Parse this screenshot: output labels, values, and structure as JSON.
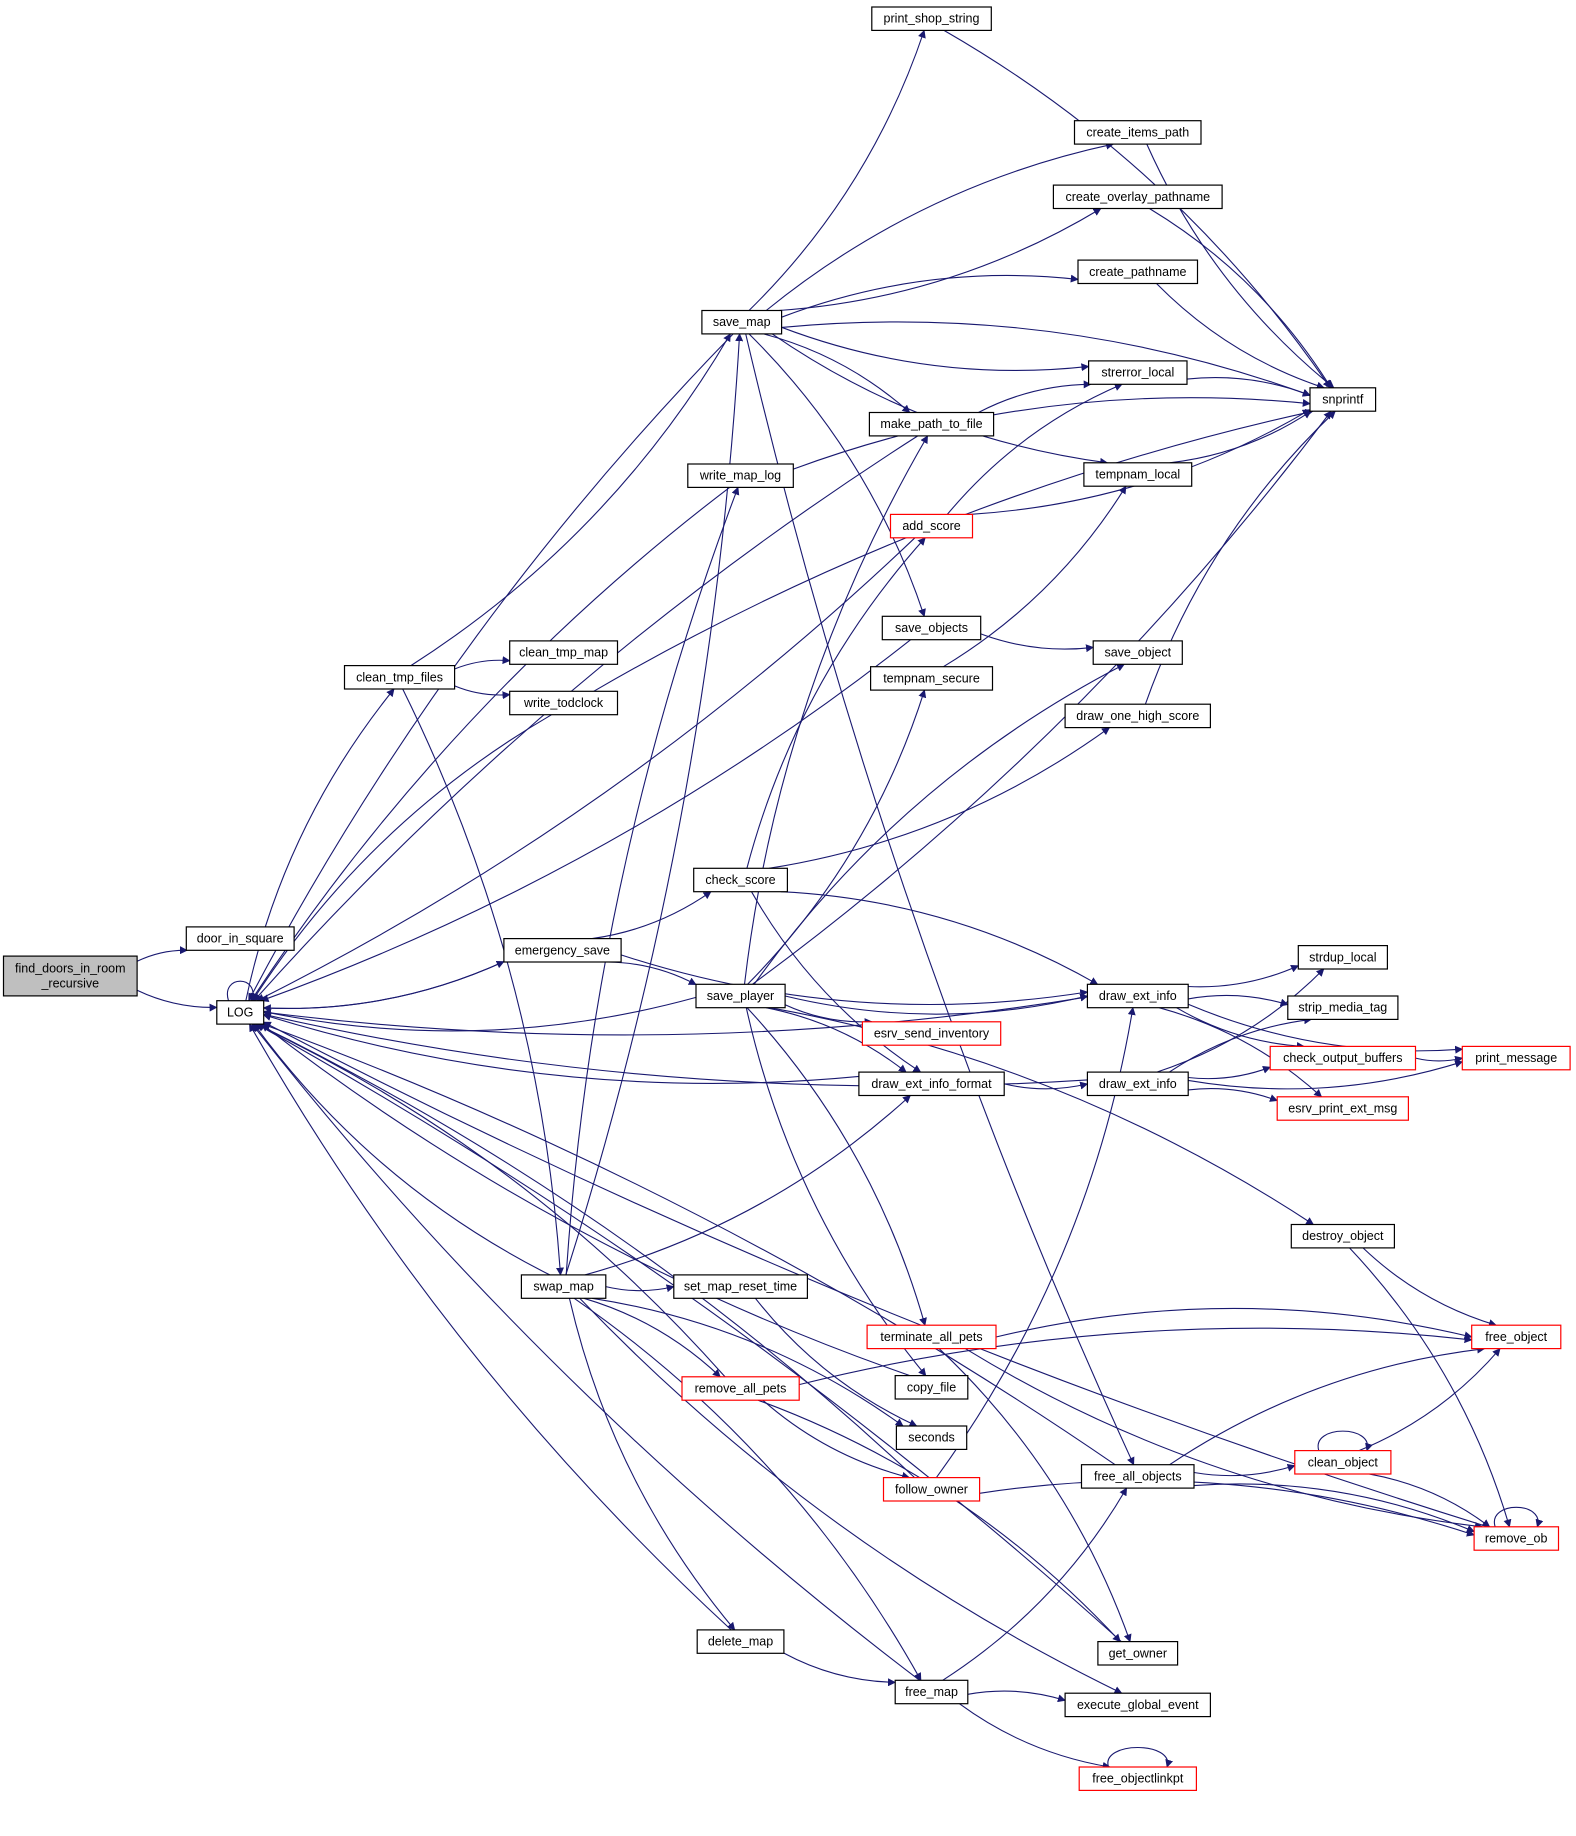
{
  "title": "find_doors_in_room_recursive call graph",
  "colors": {
    "edge": "#191970",
    "node_border": "#000000",
    "truncated_border": "#ff0000",
    "root_fill": "#bfbfbf",
    "node_fill": "#ffffff"
  },
  "nodes": {
    "find_doors_in_room_recursive": {
      "lines": [
        "find_doors_in_room",
        "_recursive"
      ],
      "kind": "root"
    },
    "door_in_square": {
      "label": "door_in_square",
      "kind": "normal"
    },
    "LOG": {
      "label": "LOG",
      "kind": "normal"
    },
    "emergency_save": {
      "label": "emergency_save",
      "kind": "normal"
    },
    "clean_tmp_files": {
      "label": "clean_tmp_files",
      "kind": "normal"
    },
    "clean_tmp_map": {
      "label": "clean_tmp_map",
      "kind": "normal"
    },
    "write_todclock": {
      "label": "write_todclock",
      "kind": "normal"
    },
    "swap_map": {
      "label": "swap_map",
      "kind": "normal"
    },
    "save_map": {
      "label": "save_map",
      "kind": "normal"
    },
    "write_map_log": {
      "label": "write_map_log",
      "kind": "normal"
    },
    "check_score": {
      "label": "check_score",
      "kind": "normal"
    },
    "save_player": {
      "label": "save_player",
      "kind": "normal"
    },
    "delete_map": {
      "label": "delete_map",
      "kind": "normal"
    },
    "set_map_reset_time": {
      "label": "set_map_reset_time",
      "kind": "normal"
    },
    "remove_all_pets": {
      "label": "remove_all_pets",
      "kind": "truncated"
    },
    "print_shop_string": {
      "label": "print_shop_string",
      "kind": "normal"
    },
    "make_path_to_file": {
      "label": "make_path_to_file",
      "kind": "normal"
    },
    "add_score": {
      "label": "add_score",
      "kind": "truncated"
    },
    "save_objects": {
      "label": "save_objects",
      "kind": "normal"
    },
    "tempnam_secure": {
      "label": "tempnam_secure",
      "kind": "normal"
    },
    "esrv_send_inventory": {
      "label": "esrv_send_inventory",
      "kind": "truncated"
    },
    "draw_ext_info_format": {
      "label": "draw_ext_info_format",
      "kind": "normal"
    },
    "terminate_all_pets": {
      "label": "terminate_all_pets",
      "kind": "truncated"
    },
    "copy_file": {
      "label": "copy_file",
      "kind": "normal"
    },
    "seconds": {
      "label": "seconds",
      "kind": "normal"
    },
    "follow_owner": {
      "label": "follow_owner",
      "kind": "truncated"
    },
    "free_map": {
      "label": "free_map",
      "kind": "normal"
    },
    "create_items_path": {
      "label": "create_items_path",
      "kind": "normal"
    },
    "create_overlay_pathname": {
      "label": "create_overlay_pathname",
      "kind": "normal"
    },
    "create_pathname": {
      "label": "create_pathname",
      "kind": "normal"
    },
    "strerror_local": {
      "label": "strerror_local",
      "kind": "normal"
    },
    "tempnam_local": {
      "label": "tempnam_local",
      "kind": "normal"
    },
    "save_object": {
      "label": "save_object",
      "kind": "normal"
    },
    "draw_one_high_score": {
      "label": "draw_one_high_score",
      "kind": "normal"
    },
    "draw_ext_info_a": {
      "label": "draw_ext_info",
      "kind": "normal"
    },
    "draw_ext_info_b": {
      "label": "draw_ext_info",
      "kind": "normal"
    },
    "free_all_objects": {
      "label": "free_all_objects",
      "kind": "normal"
    },
    "get_owner": {
      "label": "get_owner",
      "kind": "normal"
    },
    "execute_global_event": {
      "label": "execute_global_event",
      "kind": "normal"
    },
    "free_objectlinkpt": {
      "label": "free_objectlinkpt",
      "kind": "truncated"
    },
    "snprintf": {
      "label": "snprintf",
      "kind": "normal"
    },
    "strdup_local": {
      "label": "strdup_local",
      "kind": "normal"
    },
    "strip_media_tag": {
      "label": "strip_media_tag",
      "kind": "normal"
    },
    "check_output_buffers": {
      "label": "check_output_buffers",
      "kind": "truncated"
    },
    "esrv_print_ext_msg": {
      "label": "esrv_print_ext_msg",
      "kind": "truncated"
    },
    "destroy_object": {
      "label": "destroy_object",
      "kind": "normal"
    },
    "free_object": {
      "label": "free_object",
      "kind": "truncated"
    },
    "clean_object": {
      "label": "clean_object",
      "kind": "truncated"
    },
    "remove_ob": {
      "label": "remove_ob",
      "kind": "truncated"
    },
    "print_message": {
      "label": "print_message",
      "kind": "truncated"
    }
  },
  "edges": [
    [
      "find_doors_in_room_recursive",
      "door_in_square"
    ],
    [
      "find_doors_in_room_recursive",
      "LOG"
    ],
    [
      "LOG",
      "LOG"
    ],
    [
      "LOG",
      "emergency_save"
    ],
    [
      "LOG",
      "clean_tmp_files"
    ],
    [
      "emergency_save",
      "check_score"
    ],
    [
      "emergency_save",
      "save_player"
    ],
    [
      "emergency_save",
      "draw_ext_info_a"
    ],
    [
      "emergency_save",
      "LOG"
    ],
    [
      "clean_tmp_files",
      "save_map"
    ],
    [
      "clean_tmp_files",
      "clean_tmp_map"
    ],
    [
      "clean_tmp_files",
      "write_todclock"
    ],
    [
      "clean_tmp_files",
      "swap_map"
    ],
    [
      "write_todclock",
      "LOG"
    ],
    [
      "write_todclock",
      "snprintf"
    ],
    [
      "swap_map",
      "save_map"
    ],
    [
      "swap_map",
      "write_map_log"
    ],
    [
      "swap_map",
      "set_map_reset_time"
    ],
    [
      "swap_map",
      "remove_all_pets"
    ],
    [
      "swap_map",
      "delete_map"
    ],
    [
      "swap_map",
      "free_map"
    ],
    [
      "swap_map",
      "draw_ext_info_format"
    ],
    [
      "swap_map",
      "seconds"
    ],
    [
      "swap_map",
      "execute_global_event"
    ],
    [
      "swap_map",
      "LOG"
    ],
    [
      "save_map",
      "print_shop_string"
    ],
    [
      "save_map",
      "create_items_path"
    ],
    [
      "save_map",
      "create_overlay_pathname"
    ],
    [
      "save_map",
      "create_pathname"
    ],
    [
      "save_map",
      "strerror_local"
    ],
    [
      "save_map",
      "make_path_to_file"
    ],
    [
      "save_map",
      "tempnam_local"
    ],
    [
      "save_map",
      "save_objects"
    ],
    [
      "save_map",
      "free_all_objects"
    ],
    [
      "save_map",
      "snprintf"
    ],
    [
      "save_map",
      "LOG"
    ],
    [
      "write_map_log",
      "snprintf"
    ],
    [
      "write_map_log",
      "LOG"
    ],
    [
      "make_path_to_file",
      "strerror_local"
    ],
    [
      "make_path_to_file",
      "LOG"
    ],
    [
      "check_score",
      "add_score"
    ],
    [
      "check_score",
      "draw_one_high_score"
    ],
    [
      "check_score",
      "draw_ext_info_a"
    ],
    [
      "check_score",
      "draw_ext_info_format"
    ],
    [
      "add_score",
      "strerror_local"
    ],
    [
      "add_score",
      "snprintf"
    ],
    [
      "add_score",
      "LOG"
    ],
    [
      "save_objects",
      "save_object"
    ],
    [
      "save_objects",
      "LOG"
    ],
    [
      "tempnam_secure",
      "tempnam_local"
    ],
    [
      "save_player",
      "make_path_to_file"
    ],
    [
      "save_player",
      "tempnam_secure"
    ],
    [
      "save_player",
      "save_object"
    ],
    [
      "save_player",
      "esrv_send_inventory"
    ],
    [
      "save_player",
      "draw_ext_info_format"
    ],
    [
      "save_player",
      "draw_ext_info_a"
    ],
    [
      "save_player",
      "terminate_all_pets"
    ],
    [
      "save_player",
      "copy_file"
    ],
    [
      "save_player",
      "destroy_object"
    ],
    [
      "save_player",
      "snprintf"
    ],
    [
      "save_player",
      "LOG"
    ],
    [
      "draw_ext_info_format",
      "draw_ext_info_b"
    ],
    [
      "draw_ext_info_format",
      "LOG"
    ],
    [
      "draw_ext_info_a",
      "strdup_local"
    ],
    [
      "draw_ext_info_a",
      "strip_media_tag"
    ],
    [
      "draw_ext_info_a",
      "check_output_buffers"
    ],
    [
      "draw_ext_info_a",
      "esrv_print_ext_msg"
    ],
    [
      "draw_ext_info_a",
      "print_message"
    ],
    [
      "draw_ext_info_a",
      "LOG"
    ],
    [
      "draw_ext_info_b",
      "strdup_local"
    ],
    [
      "draw_ext_info_b",
      "strip_media_tag"
    ],
    [
      "draw_ext_info_b",
      "check_output_buffers"
    ],
    [
      "draw_ext_info_b",
      "esrv_print_ext_msg"
    ],
    [
      "draw_ext_info_b",
      "print_message"
    ],
    [
      "draw_ext_info_b",
      "LOG"
    ],
    [
      "check_output_buffers",
      "print_message"
    ],
    [
      "print_shop_string",
      "snprintf"
    ],
    [
      "create_items_path",
      "snprintf"
    ],
    [
      "create_overlay_pathname",
      "snprintf"
    ],
    [
      "create_pathname",
      "snprintf"
    ],
    [
      "strerror_local",
      "snprintf"
    ],
    [
      "tempnam_local",
      "snprintf"
    ],
    [
      "draw_one_high_score",
      "snprintf"
    ],
    [
      "set_map_reset_time",
      "seconds"
    ],
    [
      "remove_all_pets",
      "free_object"
    ],
    [
      "remove_all_pets",
      "follow_owner"
    ],
    [
      "remove_all_pets",
      "get_owner"
    ],
    [
      "remove_all_pets",
      "LOG"
    ],
    [
      "terminate_all_pets",
      "free_object"
    ],
    [
      "terminate_all_pets",
      "remove_ob"
    ],
    [
      "terminate_all_pets",
      "get_owner"
    ],
    [
      "follow_owner",
      "draw_ext_info_a"
    ],
    [
      "follow_owner",
      "remove_ob"
    ],
    [
      "follow_owner",
      "LOG"
    ],
    [
      "copy_file",
      "LOG"
    ],
    [
      "delete_map",
      "free_map"
    ],
    [
      "delete_map",
      "LOG"
    ],
    [
      "free_map",
      "free_all_objects"
    ],
    [
      "free_map",
      "execute_global_event"
    ],
    [
      "free_map",
      "free_objectlinkpt"
    ],
    [
      "free_map",
      "LOG"
    ],
    [
      "free_objectlinkpt",
      "free_objectlinkpt"
    ],
    [
      "free_all_objects",
      "free_object"
    ],
    [
      "free_all_objects",
      "clean_object"
    ],
    [
      "free_all_objects",
      "remove_ob"
    ],
    [
      "free_all_objects",
      "LOG"
    ],
    [
      "clean_object",
      "clean_object"
    ],
    [
      "clean_object",
      "free_object"
    ],
    [
      "clean_object",
      "remove_ob"
    ],
    [
      "destroy_object",
      "free_object"
    ],
    [
      "destroy_object",
      "remove_ob"
    ],
    [
      "remove_ob",
      "remove_ob"
    ],
    [
      "remove_ob",
      "LOG"
    ],
    [
      "get_owner",
      "LOG"
    ]
  ]
}
